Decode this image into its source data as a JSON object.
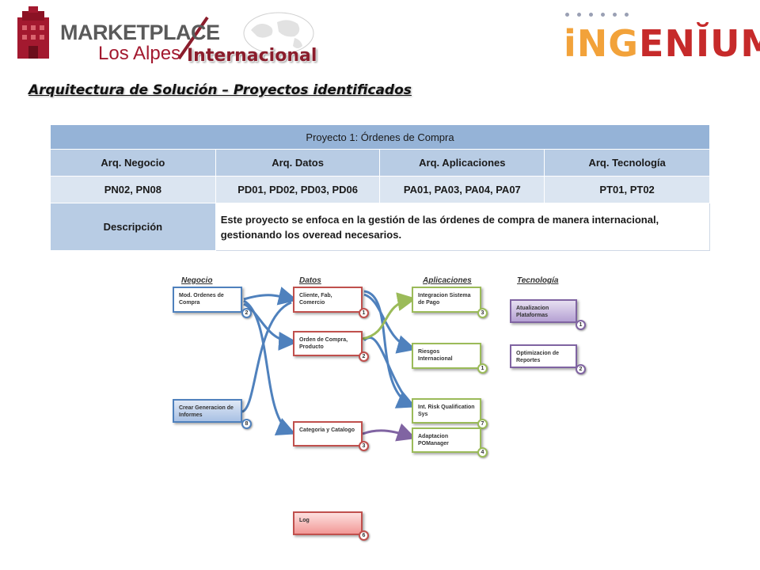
{
  "header": {
    "brand_line1": "MARKETPLACE",
    "brand_line2": "Los Alpes",
    "brand_tag": "Internacional",
    "partner_logo": "INGENIUM",
    "colors": {
      "brand_red": "#a3192f",
      "partner_orange": "#f2a23a",
      "partner_red": "#c62a2a"
    }
  },
  "title": "Arquitectura de Solución – Proyectos identificados",
  "table": {
    "title": "Proyecto 1: Órdenes de Compra",
    "headers": [
      "Arq. Negocio",
      "Arq. Datos",
      "Arq. Aplicaciones",
      "Arq. Tecnología"
    ],
    "codes": [
      "PN02, PN08",
      "PD01, PD02, PD03, PD06",
      "PA01, PA03, PA04, PA07",
      "PT01, PT02"
    ],
    "desc_label": "Descripción",
    "desc_text": "Este proyecto se enfoca en la gestión de las órdenes de compra de manera internacional, gestionando los overead necesarios.",
    "colors": {
      "title_bg": "#95b3d7",
      "header_bg": "#b8cce4",
      "codes_bg": "#dbe5f1"
    }
  },
  "diagram": {
    "columns": {
      "negocio": "Negocio",
      "datos": "Datos",
      "aplicaciones": "Aplicaciones",
      "tecnologia": "Tecnología"
    },
    "nodes": {
      "mod_ordenes": {
        "label": "Mod. Ordenes de Compra",
        "badge": "2"
      },
      "crear_informes": {
        "label": "Crear Generacion de Informes",
        "badge": "8"
      },
      "cliente": {
        "label": "Cliente, Fab, Comercio",
        "badge": "1"
      },
      "orden": {
        "label": "Orden de Compra, Producto",
        "badge": "2"
      },
      "categoria": {
        "label": "Categoria y Catalogo",
        "badge": "3"
      },
      "log": {
        "label": "Log",
        "badge": "6"
      },
      "integracion": {
        "label": "Integracion Sistema de Pago",
        "badge": "3"
      },
      "riesgos": {
        "label": "Riesgos Internacional",
        "badge": "1"
      },
      "risk": {
        "label": "Int. Risk Qualification Sys",
        "badge": "7"
      },
      "adaptacion": {
        "label": "Adaptacion POManager",
        "badge": "4"
      },
      "actualizacion": {
        "label": "Atualizacion Plataformas",
        "badge": "1"
      },
      "optimizacion": {
        "label": "Optimizacion de Reportes",
        "badge": "2"
      }
    },
    "colors": {
      "negocio": "#4f81bd",
      "datos": "#c0504d",
      "aplicaciones": "#9bbb59",
      "tecnologia": "#8064a2"
    }
  }
}
